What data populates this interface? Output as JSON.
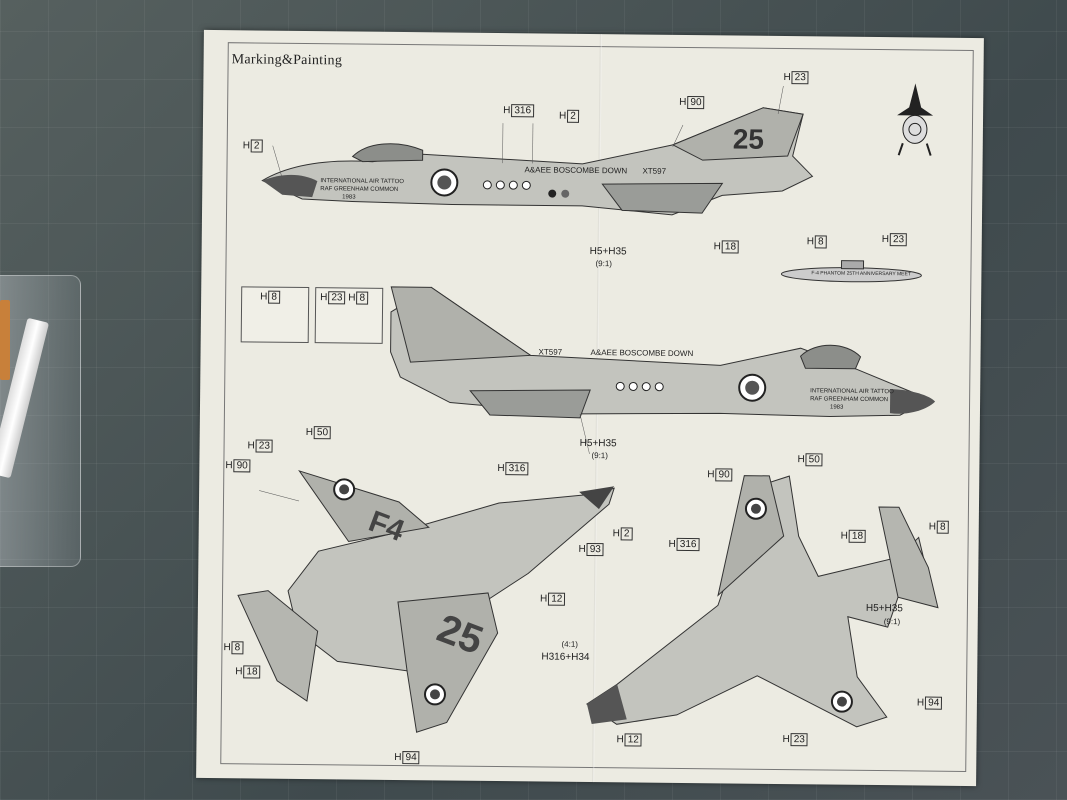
{
  "document": {
    "title": "Marking&Painting",
    "colors": {
      "paper": "#ecebe2",
      "ink": "#2a2a2a",
      "gray_camo": "#b9bab4",
      "dark_gray": "#6e706d",
      "mat": "#4b5559"
    }
  },
  "side_left": {
    "labels": [
      "H2",
      "H316",
      "H2",
      "H90",
      "H23",
      "H18",
      "H8",
      "H23"
    ],
    "combo": "H5+H35",
    "ratio": "(9:1)",
    "fuselage_text": "A&AEE BOSCOMBE DOWN",
    "serial": "XT597",
    "nose_text_1": "INTERNATIONAL AIR TATTOO",
    "nose_text_2": "RAF GREENHAM COMMON",
    "nose_text_3": "1983",
    "tank_text": "F-4 PHANTOM 25TH ANNIVERSARY MEET",
    "tail_text": "25"
  },
  "insets": [
    {
      "label_a": "H8"
    },
    {
      "label_a": "H23",
      "label_b": "H8"
    }
  ],
  "side_right": {
    "combo": "H5+H35",
    "ratio": "(9:1)",
    "fuselage_text": "A&AEE BOSCOMBE DOWN",
    "serial": "XT597",
    "nose_text_1": "INTERNATIONAL AIR TATTOO",
    "nose_text_2": "RAF GREENHAM COMMON",
    "nose_text_3": "1983"
  },
  "top_view": {
    "labels": [
      "H50",
      "H23",
      "H90",
      "H316",
      "H2",
      "H93",
      "H12",
      "H8",
      "H18",
      "H94"
    ],
    "wing_text_1": "F4",
    "wing_text_2": "25"
  },
  "bottom_view": {
    "labels": [
      "H90",
      "H50",
      "H18",
      "H8",
      "H316",
      "H12",
      "H23",
      "H94"
    ],
    "combo_1": "H5+H35",
    "ratio_1": "(9:1)",
    "combo_2": "H316+H34",
    "ratio_2": "(4:1)"
  }
}
